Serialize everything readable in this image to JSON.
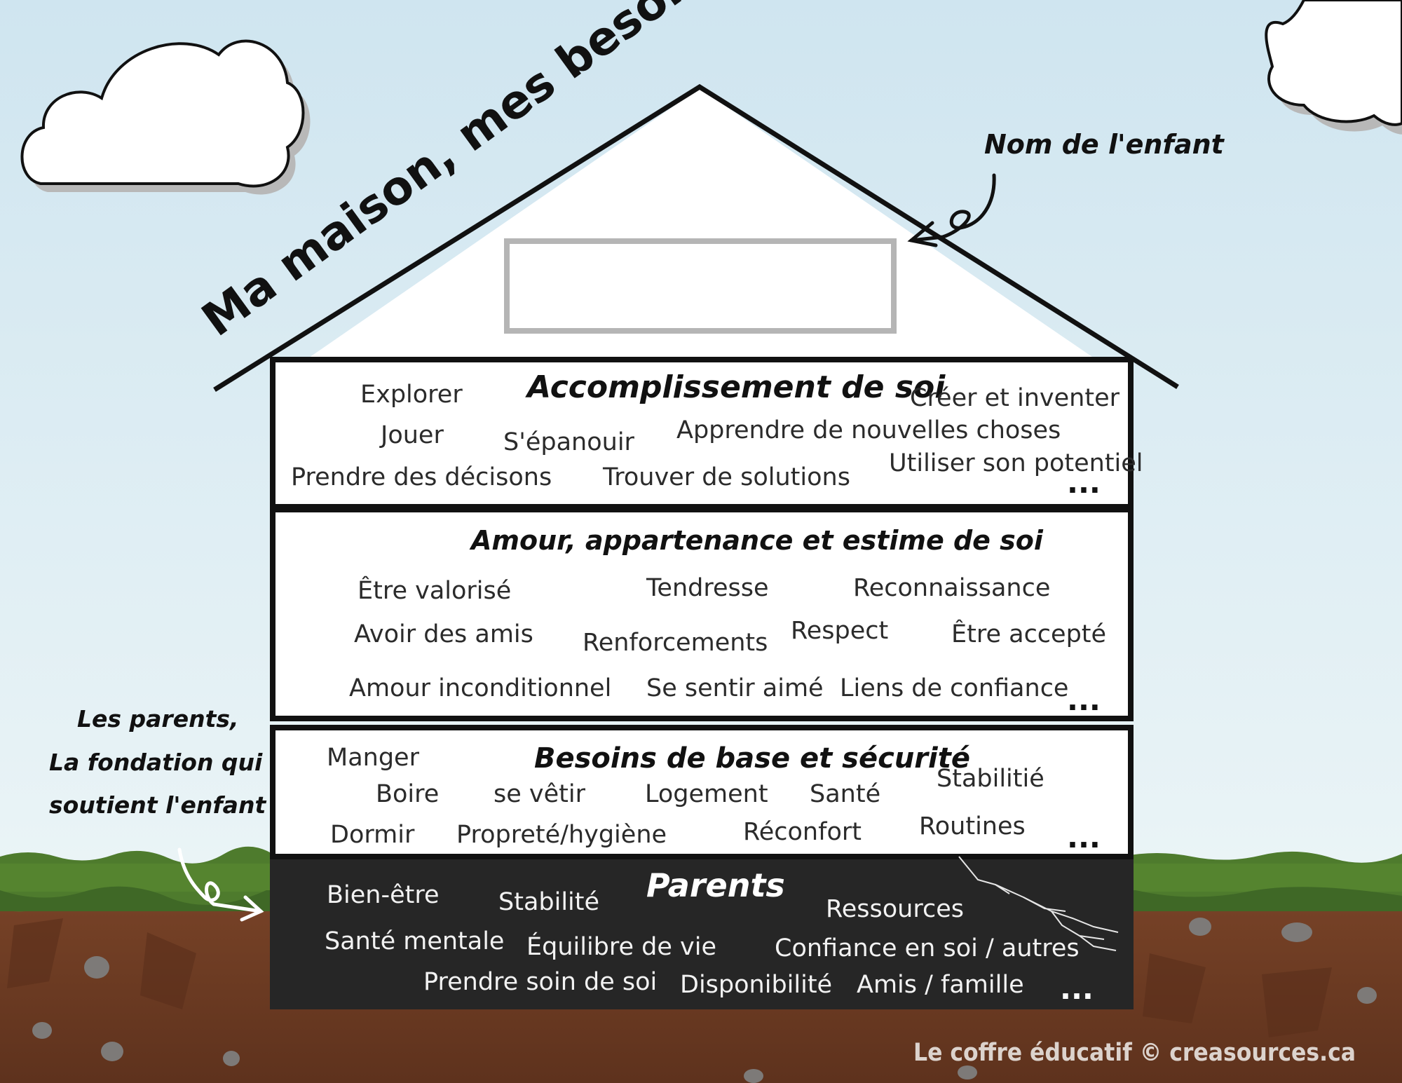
{
  "title": "Ma maison, mes besoins",
  "child_name_label": "Nom de l'enfant",
  "foundation_note": [
    "Les parents,",
    "La fondation qui",
    "soutient l'enfant"
  ],
  "credit": "Le coffre éducatif  © creasources.ca",
  "levels": {
    "self_actualization": {
      "heading": "Accomplissement de soi",
      "items": [
        "Explorer",
        "Créer et inventer",
        "Jouer",
        "S'épanouir",
        "Apprendre de nouvelles choses",
        "Prendre des décisons",
        "Trouver de solutions",
        "Utiliser son potentiel"
      ],
      "more": "..."
    },
    "love_belonging": {
      "heading": "Amour, appartenance et estime de soi",
      "items": [
        "Être valorisé",
        "Tendresse",
        "Reconnaissance",
        "Avoir des amis",
        "Renforcements",
        "Respect",
        "Être accepté",
        "Amour inconditionnel",
        "Se sentir aimé",
        "Liens de confiance"
      ],
      "more": "..."
    },
    "basic_safety": {
      "heading": "Besoins de base et sécurité",
      "items": [
        "Manger",
        "Stabilitié",
        "Boire",
        "se vêtir",
        "Logement",
        "Santé",
        "Dormir",
        "Propreté/hygiène",
        "Réconfort",
        "Routines"
      ],
      "more": "..."
    },
    "parents": {
      "heading": "Parents",
      "items": [
        "Bien-être",
        "Stabilité",
        "Ressources",
        "Santé mentale",
        "Équilibre de vie",
        "Confiance en soi / autres",
        "Prendre soin de soi",
        "Disponibilité",
        "Amis / famille"
      ],
      "more": "..."
    }
  },
  "colors": {
    "sky_top": "#d3e7f1",
    "sky_bottom": "#e9f3f6",
    "grass": "#4d7a2c",
    "soil": "#6b3a22",
    "house_outline": "#111111",
    "foundation": "#262626",
    "name_box_border": "#b5b5b5"
  }
}
